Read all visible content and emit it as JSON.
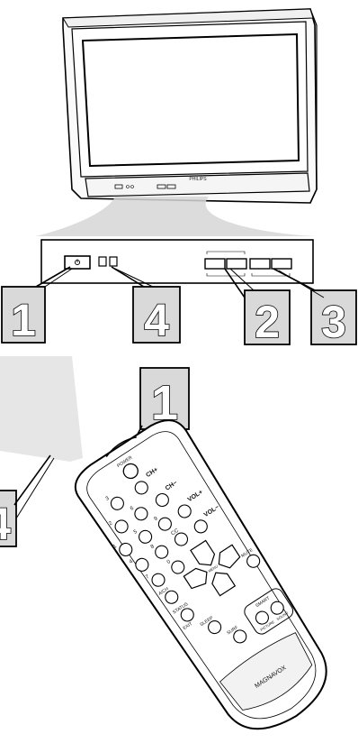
{
  "tv": {
    "brand": "PHILIPS"
  },
  "remote": {
    "brand": "MAGNAVOX",
    "number_keys": [
      "1",
      "2",
      "3",
      "4",
      "5",
      "6",
      "7",
      "8",
      "9",
      "0"
    ],
    "labels": {
      "power": "POWER",
      "ch_up": "CH+",
      "ch_down": "CH−",
      "vol_up": "VOL+",
      "vol_down": "VOL−",
      "cc": "CC",
      "ach": "A/CH",
      "status": "STATUS",
      "exit": "EXIT",
      "menu": "MENU",
      "mute": "MUTE",
      "sleep": "SLEEP",
      "surf": "SURF",
      "smart": "SMART",
      "picture": "PICTURE",
      "sound": "SOUND"
    }
  },
  "callouts": {
    "power_panel": "1",
    "sensor_panel": "4",
    "volume_panel": "2",
    "channel_panel": "3",
    "power_remote": "1",
    "sensor_remote": "4"
  }
}
